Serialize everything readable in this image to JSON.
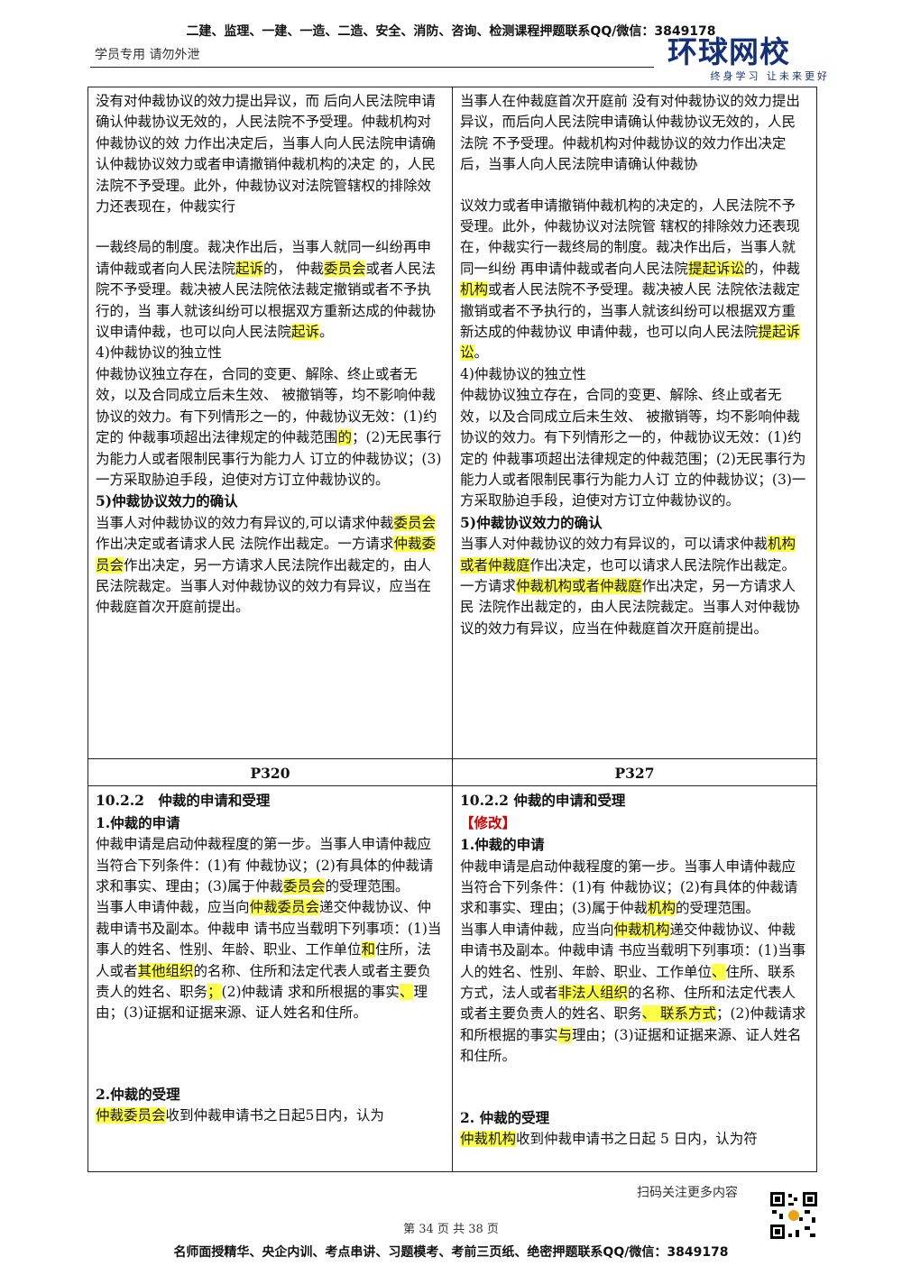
{
  "header": {
    "top_banner": "二建、监理、一建、一造、二造、安全、消防、咨询、检测课程押题联系QQ/微信：3849178",
    "subheader": "学员专用 请勿外泄",
    "logo_text": "环球网校",
    "logo_tagline": "终身学习 让未来更好"
  },
  "table": {
    "row1": {
      "left": [
        [
          {
            "t": "没有对仲裁协议的效力提出异议，而 后向人民法院申请确认仲裁协议无效的，人民法院不予受理。仲裁机构对仲裁协议的效 力作出决定后，当事人向人民法院申请确认仲裁协议效力或者申请撤销仲裁机构的决定 的，人民法院不予受理。此外，仲裁协议对法院管辖权的排除效力还表现在，仲裁实行"
          }
        ],
        "GAP",
        [
          {
            "t": "一裁终局的制度。裁决作出后，当事人就同一纠纷再申请仲裁或者向人民法院"
          },
          {
            "t": "起诉",
            "h": true
          },
          {
            "t": "的， 仲裁"
          },
          {
            "t": "委员会",
            "h": true
          },
          {
            "t": "或者人民法院不予受理。裁决被人民法院依法裁定撤销或者不予执行的，当 事人就该纠纷可以根据双方重新达成的仲裁协议申请仲裁，也可以向人民法院"
          },
          {
            "t": "起诉",
            "h": true
          },
          {
            "t": "。"
          }
        ],
        [
          {
            "t": "4)仲裁协议的独立性"
          }
        ],
        [
          {
            "t": "仲裁协议独立存在，合同的变更、解除、终止或者无效，以及合同成立后未生效、 被撤销等，均不影响仲裁协议的效力。有下列情形之一的，仲裁协议无效：(1)约定的 仲裁事项超出法律规定的仲裁范围"
          },
          {
            "t": "的",
            "h": true
          },
          {
            "t": "；(2)无民事行为能力人或者限制民事行为能力人 订立的仲裁协议；(3)一方采取胁迫手段，迫使对方订立仲裁协议的。"
          }
        ],
        [
          {
            "t": "5)仲裁协议效力的确认",
            "b": true
          }
        ],
        [
          {
            "t": "当事人对仲裁协议的效力有异议的,可以请求仲裁"
          },
          {
            "t": "委员会",
            "h": true
          },
          {
            "t": "作出决定或者请求人民 法院作出裁定。一方请求"
          },
          {
            "t": "仲裁委员会",
            "h": true
          },
          {
            "t": "作出决定，另一方请求人民法院作出裁定的，由人 民法院裁定。当事人对仲裁协议的效力有异议，应当在仲裁庭首次开庭前提出。"
          }
        ]
      ],
      "right": [
        [
          {
            "t": "当事人在仲裁庭首次开庭前 没有对仲裁协议的效力提出异议，而后向人民法院申请确认仲裁协议无效的，人民法院 不予受理。仲裁机构对仲裁协议的效力作出决定后，当事人向人民法院申请确认仲裁协"
          }
        ],
        "GAP",
        [
          {
            "t": "议效力或者申请撤销仲裁机构的决定的，人民法院不予受理。此外，仲裁协议对法院管 辖权的排除效力还表现在，仲裁实行一裁终局的制度。裁决作出后，当事人就同一纠纷 再申请仲裁或者向人民法院"
          },
          {
            "t": "提起诉讼",
            "h": true
          },
          {
            "t": "的，仲裁"
          },
          {
            "t": "机构",
            "h": true
          },
          {
            "t": "或者人民法院不予受理。裁决被人民 法院依法裁定撤销或者不予执行的，当事人就该纠纷可以根据双方重新达成的仲裁协议 申请仲裁，也可以向人民法院"
          },
          {
            "t": "提起诉讼",
            "h": true
          },
          {
            "t": "。"
          }
        ],
        [
          {
            "t": "4)仲裁协议的独立性"
          }
        ],
        [
          {
            "t": "仲裁协议独立存在，合同的变更、解除、终止或者无效，以及合同成立后未生效、 被撤销等，均不影响仲裁协议的效力。有下列情形之一的，仲裁协议无效：(1)约定的 仲裁事项超出法律规定的仲裁范围；(2)无民事行为能力人或者限制民事行为能力人订 立的仲裁协议；(3)一方采取胁迫手段，迫使对方订立仲裁协议的。"
          }
        ],
        [
          {
            "t": "5)仲裁协议效力的确认",
            "b": true
          }
        ],
        [
          {
            "t": "当事人对仲裁协议的效力有异议的，可以请求仲裁"
          },
          {
            "t": "机构或者仲裁庭",
            "h": true
          },
          {
            "t": "作出决定，也可以请求人民法院作出裁定。一方请求"
          },
          {
            "t": "仲裁机构或者仲裁庭",
            "h": true
          },
          {
            "t": "作出决定，另一方请求人民 法院作出裁定的，由人民法院裁定。当事人对仲裁协议的效力有异议，应当在仲裁庭首次开庭前提出。"
          }
        ]
      ]
    },
    "page_labels": {
      "left": "P320",
      "right": "P327"
    },
    "row3": {
      "left": [
        [
          {
            "t": "10.2.2　仲裁的申请和受理",
            "b": true
          }
        ],
        [
          {
            "t": "1.仲裁的申请",
            "b": true
          }
        ],
        [
          {
            "t": "仲裁申请是启动仲裁程度的第一步。当事人申请仲裁应当符合下列条件：(1)有 仲裁协议；(2)有具体的仲裁请求和事实、理由；(3)属于仲裁"
          },
          {
            "t": "委员会",
            "h": true
          },
          {
            "t": "的受理范围。"
          }
        ],
        [
          {
            "t": "当事人申请仲裁，应当向"
          },
          {
            "t": "仲裁委员会",
            "h": true
          },
          {
            "t": "递交仲裁协议、仲裁申请书及副本。仲裁申 请书应当载明下列事项：(1)当事人的姓名、性别、年龄、职业、工作单位"
          },
          {
            "t": "和",
            "h": true
          },
          {
            "t": "住所，法人或者"
          },
          {
            "t": "其他组织",
            "h": true
          },
          {
            "t": "的名称、住所和法定代表人或者主要负责人的姓名、职务"
          },
          {
            "t": "；",
            "h": true
          },
          {
            "t": "(2)仲裁请 求和所根据的事实"
          },
          {
            "t": "、",
            "h": true
          },
          {
            "t": "理由；(3)证据和证据来源、证人姓名和住所。"
          }
        ],
        "GAP",
        "GAP",
        "GAP",
        [
          {
            "t": "2.仲裁的受理",
            "b": true
          }
        ],
        [
          {
            "t": "仲裁委员会",
            "h": true
          },
          {
            "t": "收到仲裁申请书之日起5日内，认为"
          }
        ]
      ],
      "right": [
        [
          {
            "t": "10.2.2 仲裁的申请和受理",
            "b": true
          }
        ],
        [
          {
            "t": "【修改】",
            "r": true
          }
        ],
        [
          {
            "t": "1.仲裁的申请",
            "b": true
          }
        ],
        [
          {
            "t": "仲裁申请是启动仲裁程度的第一步。当事人申请仲裁应当符合下列条件：(1)有 仲裁协议；(2)有具体的仲裁请求和事实、理由；(3)属于仲裁"
          },
          {
            "t": "机构",
            "h": true
          },
          {
            "t": "的受理范围。"
          }
        ],
        [
          {
            "t": "当事人申请仲裁，应当向"
          },
          {
            "t": "仲裁机构",
            "h": true
          },
          {
            "t": "递交仲裁协议、仲裁申请书及副本。仲裁申请 书应当载明下列事项：(1)当事人的姓名、性别、年龄、职业、工作单位"
          },
          {
            "t": "、",
            "h": true
          },
          {
            "t": "住所、联系方式，法人或者"
          },
          {
            "t": "非法人组织",
            "h": true
          },
          {
            "t": "的名称、住所和法定代表人或者主要负责人的姓名、职务"
          },
          {
            "t": "、 联系方式",
            "h": true
          },
          {
            "t": "；(2)仲裁请求和所根据的事实"
          },
          {
            "t": "与",
            "h": true
          },
          {
            "t": "理由；(3)证据和证据来源、证人姓名和住所。"
          }
        ],
        "GAP",
        "GAP",
        [
          {
            "t": "2. 仲裁的受理",
            "b": true
          }
        ],
        [
          {
            "t": "仲裁机构",
            "h": true
          },
          {
            "t": "收到仲裁申请书之日起 5 日内，认为符"
          }
        ]
      ]
    }
  },
  "footer": {
    "scan_text": "扫码关注更多内容",
    "page_text": "第 34 页 共 38 页",
    "bottom_banner": "名师面授精华、央企内训、考点串讲、习题模考、考前三页纸、绝密押题联系QQ/微信：3849178"
  },
  "colors": {
    "highlight": "#ffff44",
    "red": "#d40000",
    "logo": "#14307a"
  }
}
